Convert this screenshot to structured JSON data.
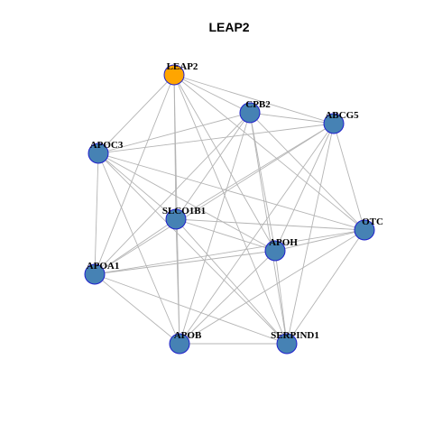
{
  "title": "LEAP2",
  "colors": {
    "hub_fill": "#FFA500",
    "node_fill": "#4682B4",
    "node_border": "#1F1FCC",
    "edge": "#b4b4b4"
  },
  "nodes": [
    {
      "id": "LEAP2",
      "label": "LEAP2",
      "hub": true
    },
    {
      "id": "CPB2",
      "label": "CPB2",
      "hub": false
    },
    {
      "id": "ABCG5",
      "label": "ABCG5",
      "hub": false
    },
    {
      "id": "APOC3",
      "label": "APOC3",
      "hub": false
    },
    {
      "id": "SLCO1B1",
      "label": "SLCO1B1",
      "hub": false
    },
    {
      "id": "OTC",
      "label": "OTC",
      "hub": false
    },
    {
      "id": "APOH",
      "label": "APOH",
      "hub": false
    },
    {
      "id": "APOA1",
      "label": "APOA1",
      "hub": false
    },
    {
      "id": "APOB",
      "label": "APOB",
      "hub": false
    },
    {
      "id": "SERPIND1",
      "label": "SERPIND1",
      "hub": false
    }
  ],
  "edges": [
    [
      "LEAP2",
      "CPB2"
    ],
    [
      "LEAP2",
      "ABCG5"
    ],
    [
      "LEAP2",
      "APOC3"
    ],
    [
      "LEAP2",
      "SLCO1B1"
    ],
    [
      "LEAP2",
      "OTC"
    ],
    [
      "LEAP2",
      "APOH"
    ],
    [
      "LEAP2",
      "APOA1"
    ],
    [
      "LEAP2",
      "APOB"
    ],
    [
      "LEAP2",
      "SERPIND1"
    ],
    [
      "CPB2",
      "ABCG5"
    ],
    [
      "CPB2",
      "APOC3"
    ],
    [
      "CPB2",
      "SLCO1B1"
    ],
    [
      "CPB2",
      "OTC"
    ],
    [
      "CPB2",
      "APOH"
    ],
    [
      "CPB2",
      "APOA1"
    ],
    [
      "CPB2",
      "APOB"
    ],
    [
      "CPB2",
      "SERPIND1"
    ],
    [
      "ABCG5",
      "APOC3"
    ],
    [
      "ABCG5",
      "SLCO1B1"
    ],
    [
      "ABCG5",
      "OTC"
    ],
    [
      "ABCG5",
      "APOH"
    ],
    [
      "ABCG5",
      "APOA1"
    ],
    [
      "ABCG5",
      "APOB"
    ],
    [
      "ABCG5",
      "SERPIND1"
    ],
    [
      "APOC3",
      "SLCO1B1"
    ],
    [
      "APOC3",
      "OTC"
    ],
    [
      "APOC3",
      "APOH"
    ],
    [
      "APOC3",
      "APOA1"
    ],
    [
      "APOC3",
      "APOB"
    ],
    [
      "APOC3",
      "SERPIND1"
    ],
    [
      "SLCO1B1",
      "OTC"
    ],
    [
      "SLCO1B1",
      "APOH"
    ],
    [
      "SLCO1B1",
      "APOA1"
    ],
    [
      "SLCO1B1",
      "APOB"
    ],
    [
      "SLCO1B1",
      "SERPIND1"
    ],
    [
      "OTC",
      "APOH"
    ],
    [
      "OTC",
      "APOA1"
    ],
    [
      "OTC",
      "APOB"
    ],
    [
      "OTC",
      "SERPIND1"
    ],
    [
      "APOH",
      "APOA1"
    ],
    [
      "APOH",
      "APOB"
    ],
    [
      "APOH",
      "SERPIND1"
    ],
    [
      "APOA1",
      "APOB"
    ],
    [
      "APOA1",
      "SERPIND1"
    ],
    [
      "APOB",
      "SERPIND1"
    ]
  ]
}
